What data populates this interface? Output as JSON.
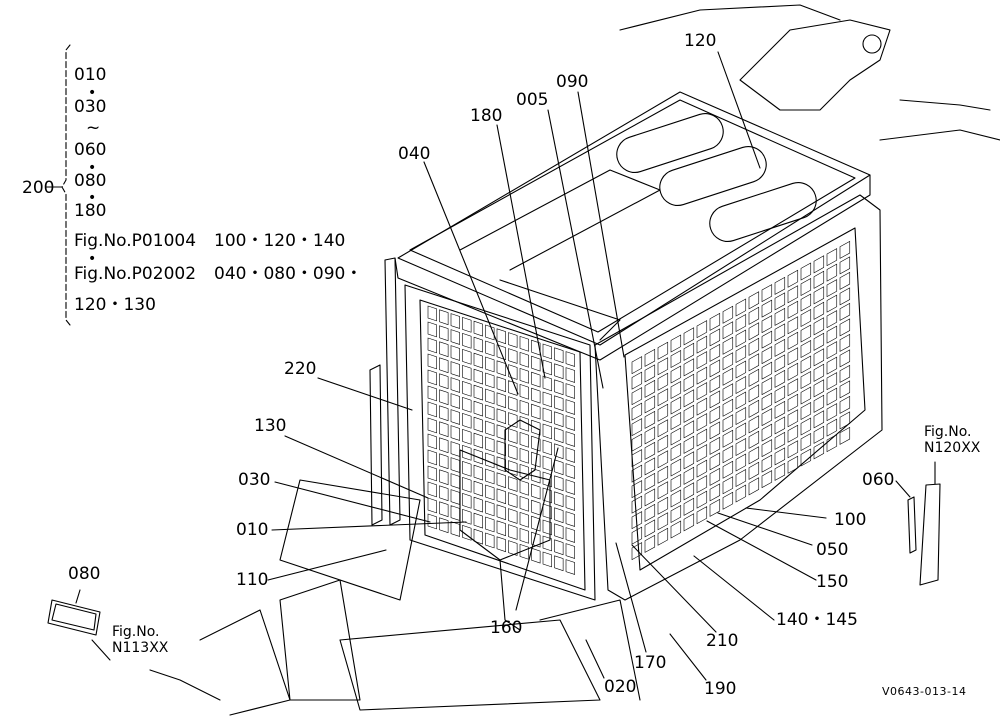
{
  "assembly": {
    "number": "200",
    "items": {
      "i1": "010",
      "sep1": "•",
      "i2": "030",
      "range": "~",
      "i3": "060",
      "sep2": "•",
      "i4": "080",
      "sep3": "•",
      "i5": "180",
      "ref1_fig": "Fig.No.P01004",
      "ref1_parts": "100・120・140",
      "sep4": "•",
      "ref2_fig": "Fig.No.P02002",
      "ref2_parts_a": "040・080・090・",
      "ref2_parts_b": "120・130"
    }
  },
  "callouts": {
    "p120": "120",
    "p090": "090",
    "p005": "005",
    "p180": "180",
    "p040": "040",
    "p220": "220",
    "p130": "130",
    "p030": "030",
    "p010": "010",
    "p110": "110",
    "p080": "080",
    "p160": "160",
    "p020": "020",
    "p170": "170",
    "p190": "190",
    "p210": "210",
    "p140_145": "140・145",
    "p150": "150",
    "p050": "050",
    "p100": "100",
    "p060": "060"
  },
  "fig_refs": {
    "n120_line1": "Fig.No.",
    "n120_line2": "N120XX",
    "n113_line1": "Fig.No.",
    "n113_line2": "N113XX"
  },
  "drawing_code": "V0643-013-14"
}
